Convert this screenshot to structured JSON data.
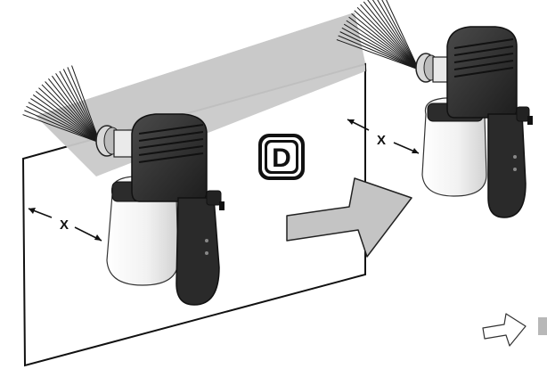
{
  "figure": {
    "step_letter": "D",
    "distance_label_left": "X",
    "distance_label_right": "X"
  },
  "colors": {
    "wall_stroke": "#111111",
    "spray_band": "#c9c9c9",
    "arrow_fill": "#c4c4c4",
    "gun_body": "#2e2e2e",
    "gun_dark": "#1c1c1c",
    "container": "#f0f0f0",
    "collar": "#d8d8d8"
  }
}
